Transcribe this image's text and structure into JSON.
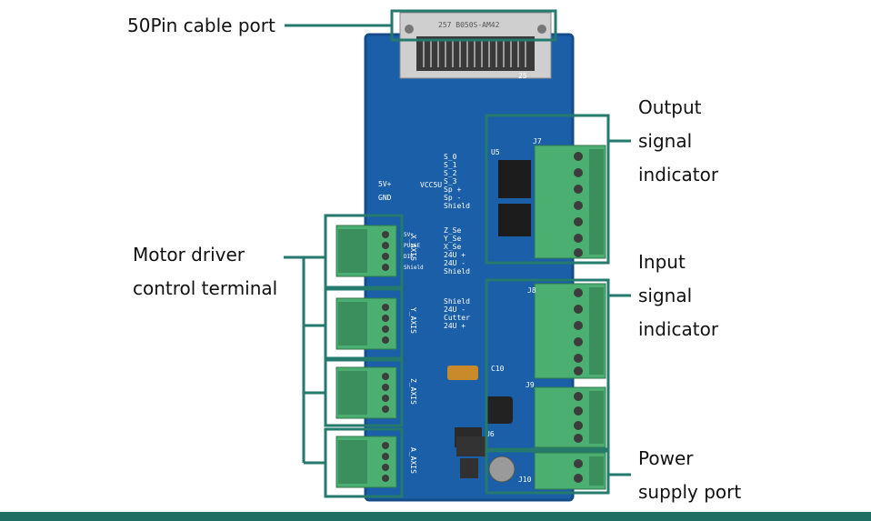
{
  "callouts": {
    "cable_port": "50Pin cable port",
    "output_line1": "Output",
    "output_line2": "signal",
    "output_line3": "indicator",
    "input_line1": "Input",
    "input_line2": "signal",
    "input_line3": "indicator",
    "motor_line1": "Motor driver",
    "motor_line2": "control terminal",
    "power_line1": "Power",
    "power_line2": "supply port"
  },
  "board": {
    "connector_part": "257 B050S-AM42",
    "pin_label": "25",
    "j7_labels": [
      "S_0",
      "S_1",
      "S_2",
      "S_3",
      "Sp +",
      "Sp -",
      "Shield"
    ],
    "j8_labels": [
      "Z_Se",
      "Y_Se",
      "X_Se",
      "24U +",
      "24U -",
      "Shield"
    ],
    "j9_labels": [
      "Shield",
      "24U -",
      "Cutter",
      "24U +"
    ],
    "axis_labels": [
      "X_AXIS",
      "Y_AXIS",
      "Z_AXIS",
      "A_AXIS"
    ],
    "terminal_pin_labels": [
      "5V+",
      "PULSE",
      "DIR",
      "Shield"
    ],
    "ref_j7": "J7",
    "ref_j8": "J8",
    "ref_j9": "J9",
    "ref_j10": "J10",
    "ref_u5": "U5",
    "ref_u6": "U6",
    "ref_c10": "C10",
    "power_net": "5V+",
    "gnd_net": "GND",
    "vcc_net": "VCC5U"
  },
  "colors": {
    "pcb": "#1a5fa8",
    "pcb_dark": "#154d8a",
    "callout_line": "#237a6d",
    "terminal_green": "#4caf72",
    "footer": "#1f6e63"
  }
}
